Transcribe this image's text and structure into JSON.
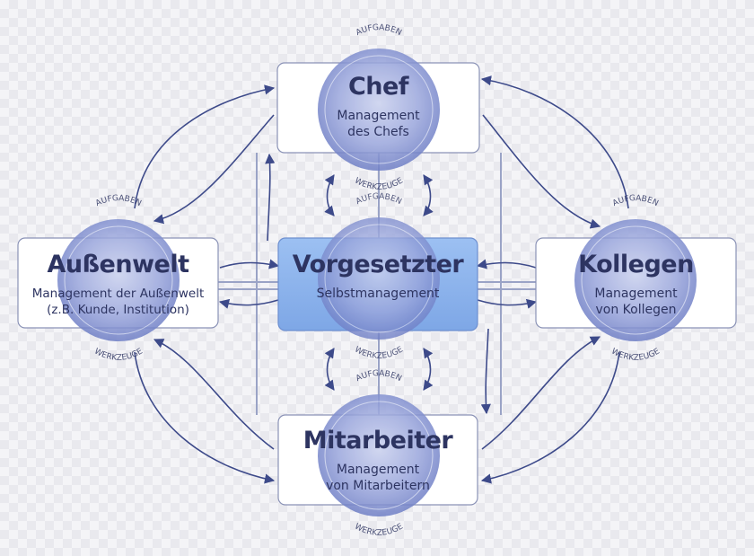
{
  "colors": {
    "arrow": "#3d4a8a",
    "box_border": "#8a92b6",
    "box_fill": "#ffffff",
    "center_fill": "#8fb2ea",
    "wheel_fill": "#7f8fd0",
    "text": "#2d3461"
  },
  "wheel_labels": {
    "top": "AUFGABEN",
    "bottom": "WERKZEUGE"
  },
  "nodes": {
    "chef": {
      "title": "Chef",
      "sub1": "Management",
      "sub2": "des Chefs"
    },
    "aussenwelt": {
      "title": "Außenwelt",
      "sub1": "Management der Außenwelt",
      "sub2": "(z.B. Kunde, Institution)"
    },
    "vorgesetzter": {
      "title": "Vorgesetzter",
      "sub1": "Selbstmanagement",
      "sub2": ""
    },
    "kollegen": {
      "title": "Kollegen",
      "sub1": "Management",
      "sub2": "von Kollegen"
    },
    "mitarbeiter": {
      "title": "Mitarbeiter",
      "sub1": "Management",
      "sub2": "von Mitarbeitern"
    }
  }
}
